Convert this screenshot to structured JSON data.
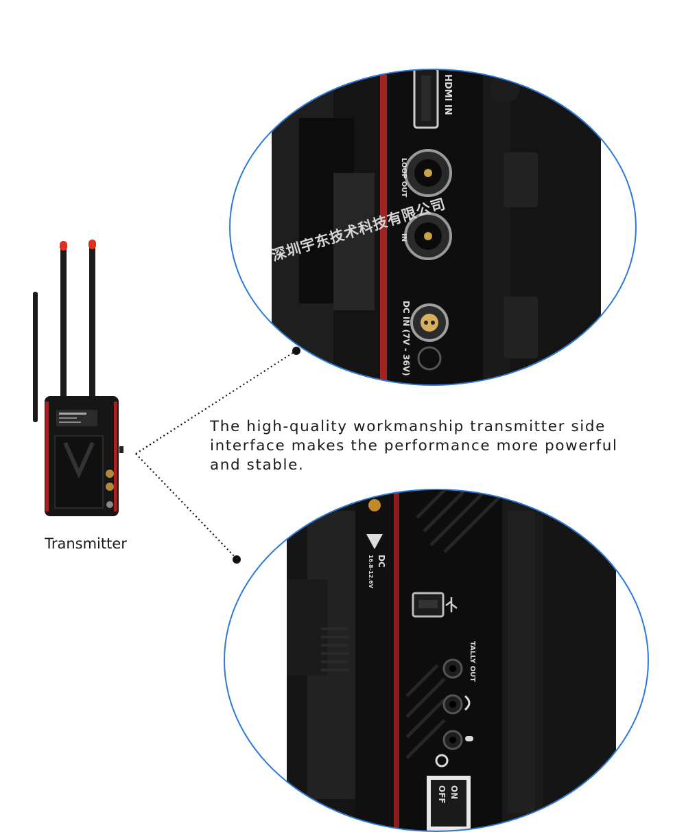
{
  "description": "The high-quality workmanship transmitter side\ninterface makes the performance more powerful\n and stable.",
  "caption": "Transmitter",
  "watermark": "深圳宇东技术科技有限公司",
  "top_zoom": {
    "port_hdmi_in": "HDMI IN",
    "port_loop_out": "LOOP OUT",
    "port_in": "IN",
    "port_dc_in": "DC IN (7V - 36V)"
  },
  "bottom_zoom": {
    "dc_out": "DC",
    "dc_out_range": "16.8-12.6V",
    "tally_out": "TALLY OUT",
    "switch_on": "ON",
    "switch_off": "OFF"
  },
  "colors": {
    "circle_border": "#2a78d8",
    "device_body": "#141414",
    "accent_red": "#a32222"
  }
}
